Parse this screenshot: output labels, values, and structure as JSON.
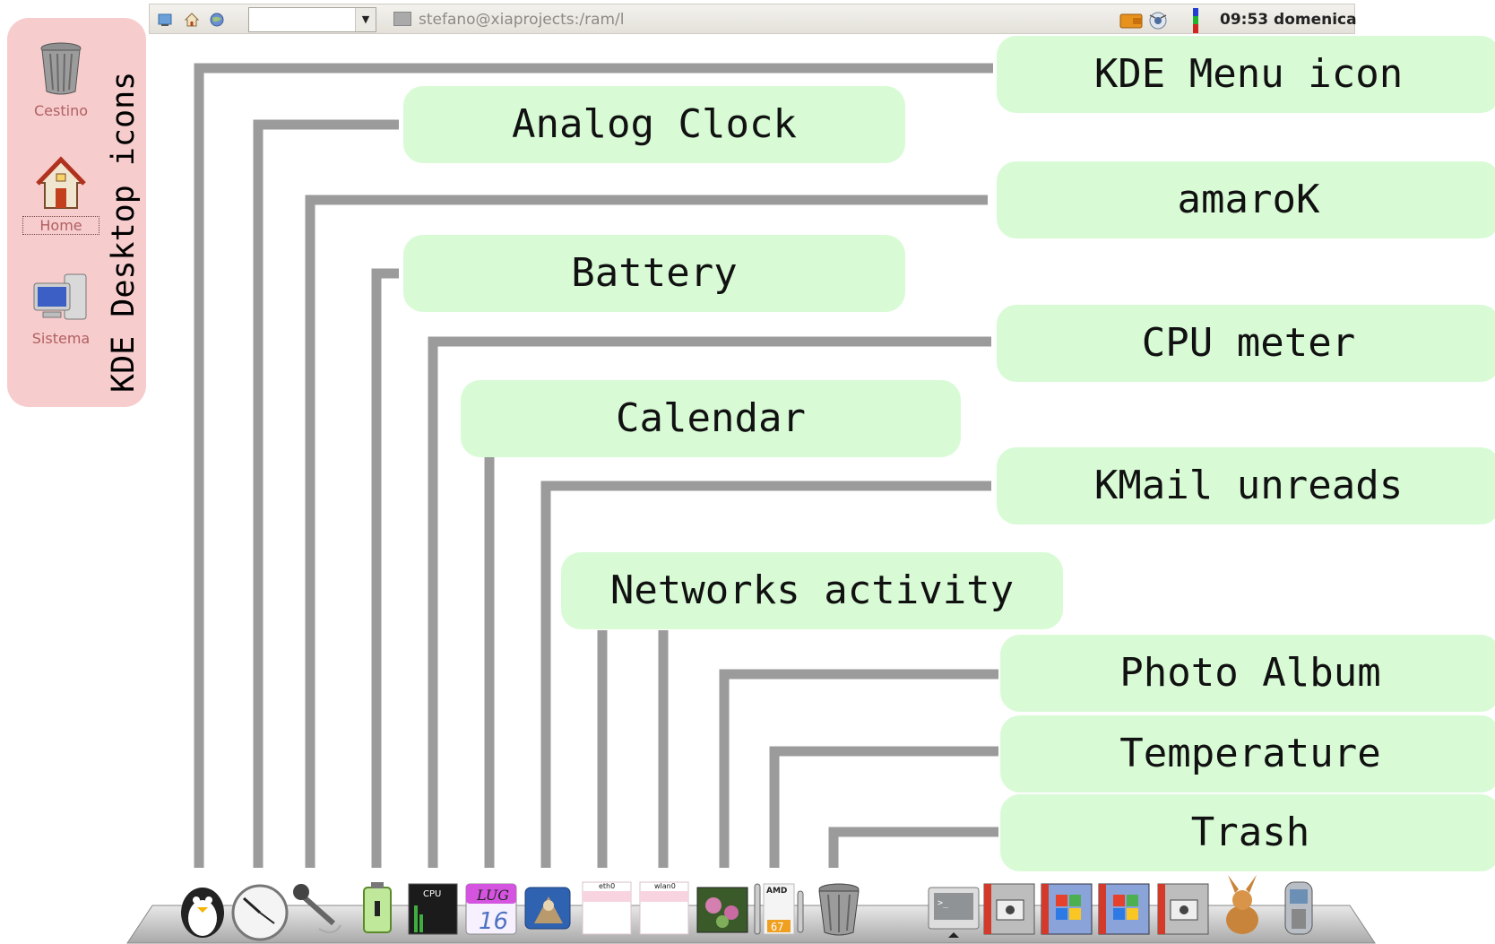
{
  "topbar": {
    "task_title": "stefano@xiaprojects:/ram/l",
    "clock": "09:53 domenica",
    "combo_value": ""
  },
  "desktop": {
    "title": "KDE Desktop icons",
    "icons": [
      {
        "label": "Cestino",
        "icon": "trash-icon"
      },
      {
        "label": "Home",
        "icon": "home-icon"
      },
      {
        "label": "Sistema",
        "icon": "computer-icon"
      }
    ]
  },
  "callouts": {
    "kde_menu": "KDE Menu icon",
    "analog_clock": "Analog Clock",
    "amarok": "amaroK",
    "battery": "Battery",
    "cpu_meter": "CPU meter",
    "calendar": "Calendar",
    "kmail": "KMail unreads",
    "networks": "Networks activity",
    "photo_album": "Photo Album",
    "temperature": "Temperature",
    "trash": "Trash"
  },
  "dock": {
    "cpu_label": "CPU",
    "calendar_month": "LUG",
    "calendar_day": "16",
    "net1_label": "eth0",
    "net2_label": "wlan0",
    "temp_label": "AMD",
    "temp_value": "67",
    "icons": [
      "kde-menu-icon",
      "analog-clock-icon",
      "amarok-icon",
      "battery-icon",
      "cpu-meter-icon",
      "calendar-icon",
      "kmail-icon",
      "eth0-meter-icon",
      "wlan0-meter-icon",
      "photo-album-icon",
      "temperature-icon",
      "trash-icon",
      "terminal-icon",
      "vm-icon",
      "windows-icon",
      "windows-icon",
      "vm-icon",
      "amule-icon",
      "phone-icon"
    ]
  },
  "colors": {
    "callout_bg": "#d8fbd6",
    "desktop_panel_bg": "#f7cccd",
    "line": "#9b9b9b"
  }
}
